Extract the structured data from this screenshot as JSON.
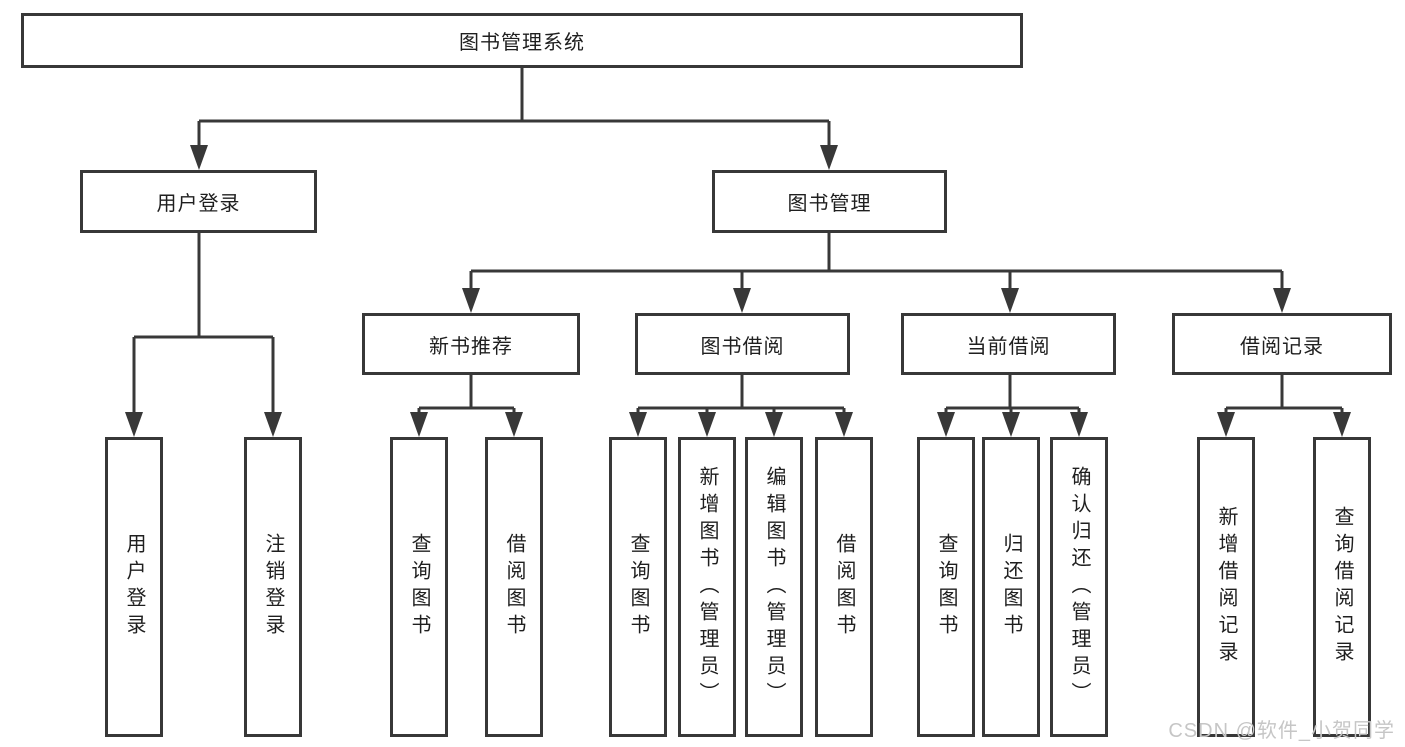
{
  "tree": {
    "label": "图书管理系统",
    "children": [
      {
        "label": "用户登录",
        "children": [
          {
            "label": "用户登录"
          },
          {
            "label": "注销登录"
          }
        ]
      },
      {
        "label": "图书管理",
        "children": [
          {
            "label": "新书推荐",
            "children": [
              {
                "label": "查询图书"
              },
              {
                "label": "借阅图书"
              }
            ]
          },
          {
            "label": "图书借阅",
            "children": [
              {
                "label": "查询图书"
              },
              {
                "label": "新增图书（管理员）"
              },
              {
                "label": "编辑图书（管理员）"
              },
              {
                "label": "借阅图书"
              }
            ]
          },
          {
            "label": "当前借阅",
            "children": [
              {
                "label": "查询图书"
              },
              {
                "label": "归还图书"
              },
              {
                "label": "确认归还（管理员）"
              }
            ]
          },
          {
            "label": "借阅记录",
            "children": [
              {
                "label": "新增借阅记录"
              },
              {
                "label": "查询借阅记录"
              }
            ]
          }
        ]
      }
    ]
  },
  "watermark": {
    "text": "CSDN @软件_小贺同学"
  },
  "colors": {
    "line": "#383838",
    "box_border": "#383838",
    "text": "#1f1f1f",
    "watermark": "#c6c6c6",
    "background": "#ffffff"
  }
}
